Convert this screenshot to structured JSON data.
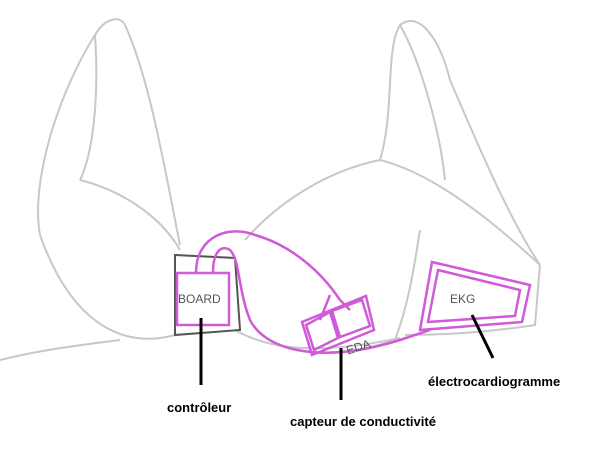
{
  "inner_labels": {
    "board": "BOARD",
    "eda": "EDA",
    "ekg": "EKG"
  },
  "callouts": {
    "controller": "contrôleur",
    "conductivity": "capteur de conductivité",
    "ecg": "électrocardiogramme"
  },
  "colors": {
    "outline": "#c8c8c8",
    "wiring": "#d05ad8",
    "pointer": "#000000"
  }
}
